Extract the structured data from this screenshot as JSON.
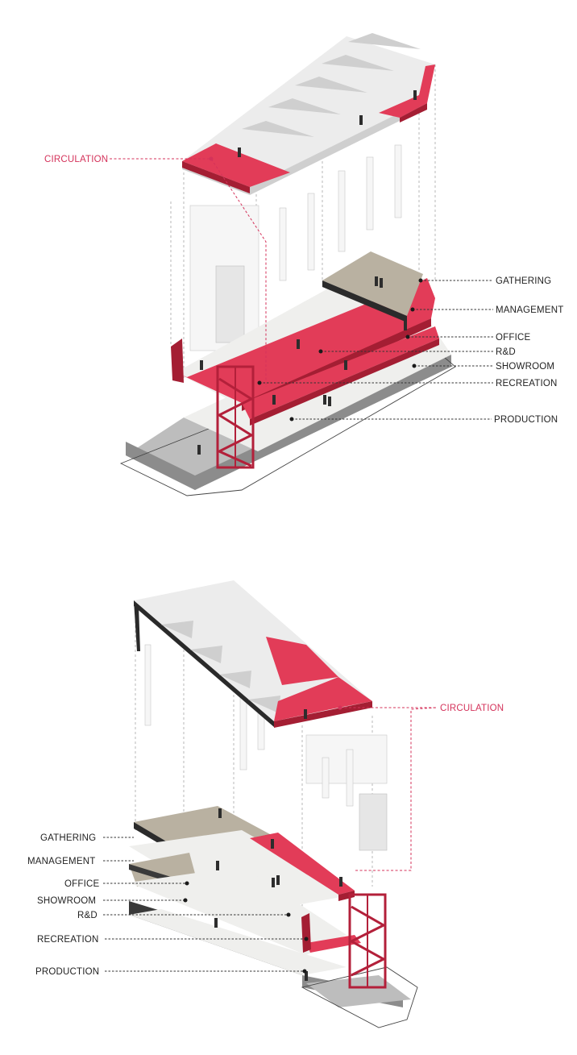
{
  "top_diagram": {
    "labels": {
      "circulation": "CIRCULATION",
      "gathering": "GATHERING",
      "management": "MANAGEMENT",
      "office": "OFFICE",
      "rd": "R&D",
      "showroom": "SHOWROOM",
      "recreation": "RECREATION",
      "production": "PRODUCTION"
    }
  },
  "bottom_diagram": {
    "labels": {
      "circulation": "CIRCULATION",
      "gathering": "GATHERING",
      "management": "MANAGEMENT",
      "office": "OFFICE",
      "showroom": "SHOWROOM",
      "rd": "R&D",
      "recreation": "RECREATION",
      "production": "PRODUCTION"
    }
  },
  "colors": {
    "circulation_accent": "#d4325a",
    "red_floor": "#e23c58",
    "tan_floor": "#b9b1a1"
  }
}
